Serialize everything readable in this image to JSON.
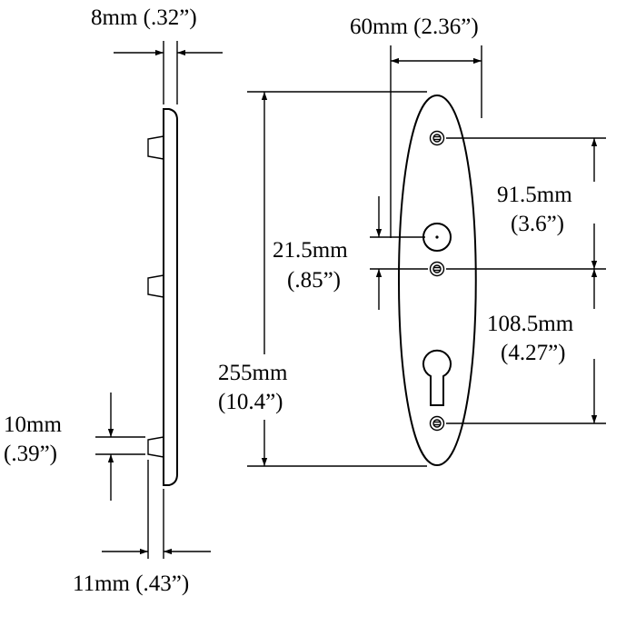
{
  "dimensions": {
    "thickness_top": "8mm (.32”)",
    "width": "60mm (2.36”)",
    "height_total_mm": "255mm",
    "height_total_in": "(10.4”)",
    "upper_spacing_mm": "91.5mm",
    "upper_spacing_in": "(3.6”)",
    "spindle_offset_mm": "21.5mm",
    "spindle_offset_in": "(.85”)",
    "lower_spacing_mm": "108.5mm",
    "lower_spacing_in": "(4.27”)",
    "post_height_mm": "10mm",
    "post_height_in": "(.39”)",
    "thickness_bottom": "11mm (.43”)"
  }
}
